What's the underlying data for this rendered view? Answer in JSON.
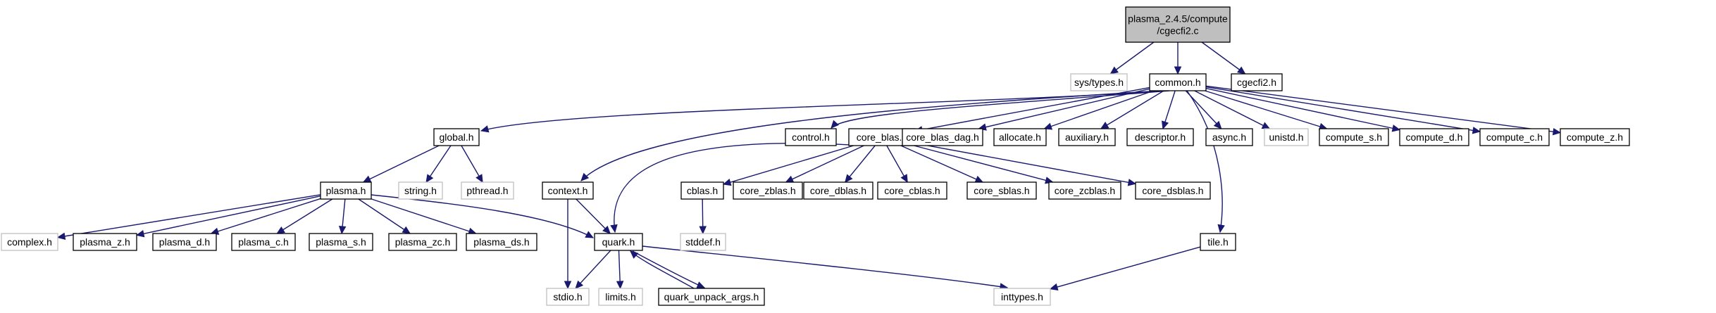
{
  "colors": {
    "edge": "#191970",
    "node_border": "#000000",
    "missing_border": "#bfbfbf",
    "root_fill": "#bfbfbf",
    "node_fill": "#ffffff"
  },
  "nodes": [
    {
      "id": "root",
      "lines": [
        "plasma_2.4.5/compute",
        "/cgecfi2.c"
      ],
      "kind": "root"
    },
    {
      "id": "sys_types",
      "lines": [
        "sys/types.h"
      ],
      "kind": "missing"
    },
    {
      "id": "common",
      "lines": [
        "common.h"
      ],
      "kind": "normal"
    },
    {
      "id": "cgecfi2_h",
      "lines": [
        "cgecfi2.h"
      ],
      "kind": "normal"
    },
    {
      "id": "global",
      "lines": [
        "global.h"
      ],
      "kind": "normal"
    },
    {
      "id": "control",
      "lines": [
        "control.h"
      ],
      "kind": "normal"
    },
    {
      "id": "core_blas",
      "lines": [
        "core_blas.h"
      ],
      "kind": "normal"
    },
    {
      "id": "core_blas_dag",
      "lines": [
        "core_blas_dag.h"
      ],
      "kind": "normal"
    },
    {
      "id": "allocate",
      "lines": [
        "allocate.h"
      ],
      "kind": "normal"
    },
    {
      "id": "auxiliary",
      "lines": [
        "auxiliary.h"
      ],
      "kind": "normal"
    },
    {
      "id": "descriptor",
      "lines": [
        "descriptor.h"
      ],
      "kind": "normal"
    },
    {
      "id": "async",
      "lines": [
        "async.h"
      ],
      "kind": "normal"
    },
    {
      "id": "unistd",
      "lines": [
        "unistd.h"
      ],
      "kind": "missing"
    },
    {
      "id": "compute_s",
      "lines": [
        "compute_s.h"
      ],
      "kind": "normal"
    },
    {
      "id": "compute_d",
      "lines": [
        "compute_d.h"
      ],
      "kind": "normal"
    },
    {
      "id": "compute_c",
      "lines": [
        "compute_c.h"
      ],
      "kind": "normal"
    },
    {
      "id": "compute_z",
      "lines": [
        "compute_z.h"
      ],
      "kind": "normal"
    },
    {
      "id": "plasma",
      "lines": [
        "plasma.h"
      ],
      "kind": "normal"
    },
    {
      "id": "string",
      "lines": [
        "string.h"
      ],
      "kind": "missing"
    },
    {
      "id": "pthread",
      "lines": [
        "pthread.h"
      ],
      "kind": "missing"
    },
    {
      "id": "context",
      "lines": [
        "context.h"
      ],
      "kind": "normal"
    },
    {
      "id": "cblas",
      "lines": [
        "cblas.h"
      ],
      "kind": "normal"
    },
    {
      "id": "core_zblas",
      "lines": [
        "core_zblas.h"
      ],
      "kind": "normal"
    },
    {
      "id": "core_dblas",
      "lines": [
        "core_dblas.h"
      ],
      "kind": "normal"
    },
    {
      "id": "core_cblas",
      "lines": [
        "core_cblas.h"
      ],
      "kind": "normal"
    },
    {
      "id": "core_sblas",
      "lines": [
        "core_sblas.h"
      ],
      "kind": "normal"
    },
    {
      "id": "core_zcblas",
      "lines": [
        "core_zcblas.h"
      ],
      "kind": "normal"
    },
    {
      "id": "core_dsblas",
      "lines": [
        "core_dsblas.h"
      ],
      "kind": "normal"
    },
    {
      "id": "stddef",
      "lines": [
        "stddef.h"
      ],
      "kind": "missing"
    },
    {
      "id": "tile",
      "lines": [
        "tile.h"
      ],
      "kind": "normal"
    },
    {
      "id": "complex",
      "lines": [
        "complex.h"
      ],
      "kind": "missing"
    },
    {
      "id": "plasma_z",
      "lines": [
        "plasma_z.h"
      ],
      "kind": "normal"
    },
    {
      "id": "plasma_d",
      "lines": [
        "plasma_d.h"
      ],
      "kind": "normal"
    },
    {
      "id": "plasma_c",
      "lines": [
        "plasma_c.h"
      ],
      "kind": "normal"
    },
    {
      "id": "plasma_s",
      "lines": [
        "plasma_s.h"
      ],
      "kind": "normal"
    },
    {
      "id": "plasma_zc",
      "lines": [
        "plasma_zc.h"
      ],
      "kind": "normal"
    },
    {
      "id": "plasma_ds",
      "lines": [
        "plasma_ds.h"
      ],
      "kind": "normal"
    },
    {
      "id": "quark",
      "lines": [
        "quark.h"
      ],
      "kind": "normal"
    },
    {
      "id": "stdio",
      "lines": [
        "stdio.h"
      ],
      "kind": "missing"
    },
    {
      "id": "limits",
      "lines": [
        "limits.h"
      ],
      "kind": "missing"
    },
    {
      "id": "quark_unpack",
      "lines": [
        "quark_unpack_args.h"
      ],
      "kind": "normal"
    },
    {
      "id": "inttypes",
      "lines": [
        "inttypes.h"
      ],
      "kind": "missing"
    }
  ],
  "edges": [
    [
      "root",
      "sys_types"
    ],
    [
      "root",
      "common"
    ],
    [
      "root",
      "cgecfi2_h"
    ],
    [
      "common",
      "global"
    ],
    [
      "common",
      "control"
    ],
    [
      "common",
      "core_blas"
    ],
    [
      "common",
      "core_blas_dag"
    ],
    [
      "common",
      "allocate"
    ],
    [
      "common",
      "auxiliary"
    ],
    [
      "common",
      "descriptor"
    ],
    [
      "common",
      "async"
    ],
    [
      "common",
      "unistd"
    ],
    [
      "common",
      "compute_s"
    ],
    [
      "common",
      "compute_d"
    ],
    [
      "common",
      "compute_c"
    ],
    [
      "common",
      "compute_z"
    ],
    [
      "common",
      "context"
    ],
    [
      "common",
      "tile"
    ],
    [
      "global",
      "plasma"
    ],
    [
      "global",
      "string"
    ],
    [
      "global",
      "pthread"
    ],
    [
      "core_blas",
      "cblas"
    ],
    [
      "core_blas",
      "core_zblas"
    ],
    [
      "core_blas",
      "core_dblas"
    ],
    [
      "core_blas",
      "core_cblas"
    ],
    [
      "core_blas",
      "core_sblas"
    ],
    [
      "core_blas",
      "core_zcblas"
    ],
    [
      "core_blas",
      "core_dsblas"
    ],
    [
      "core_blas",
      "quark"
    ],
    [
      "cblas",
      "stddef"
    ],
    [
      "context",
      "quark"
    ],
    [
      "context",
      "stdio"
    ],
    [
      "plasma",
      "complex"
    ],
    [
      "plasma",
      "plasma_z"
    ],
    [
      "plasma",
      "plasma_d"
    ],
    [
      "plasma",
      "plasma_c"
    ],
    [
      "plasma",
      "plasma_s"
    ],
    [
      "plasma",
      "plasma_zc"
    ],
    [
      "plasma",
      "plasma_ds"
    ],
    [
      "plasma",
      "quark"
    ],
    [
      "quark",
      "stdio"
    ],
    [
      "quark",
      "limits"
    ],
    [
      "quark",
      "quark_unpack"
    ],
    [
      "quark",
      "inttypes"
    ],
    [
      "quark_unpack",
      "quark"
    ],
    [
      "tile",
      "inttypes"
    ]
  ]
}
